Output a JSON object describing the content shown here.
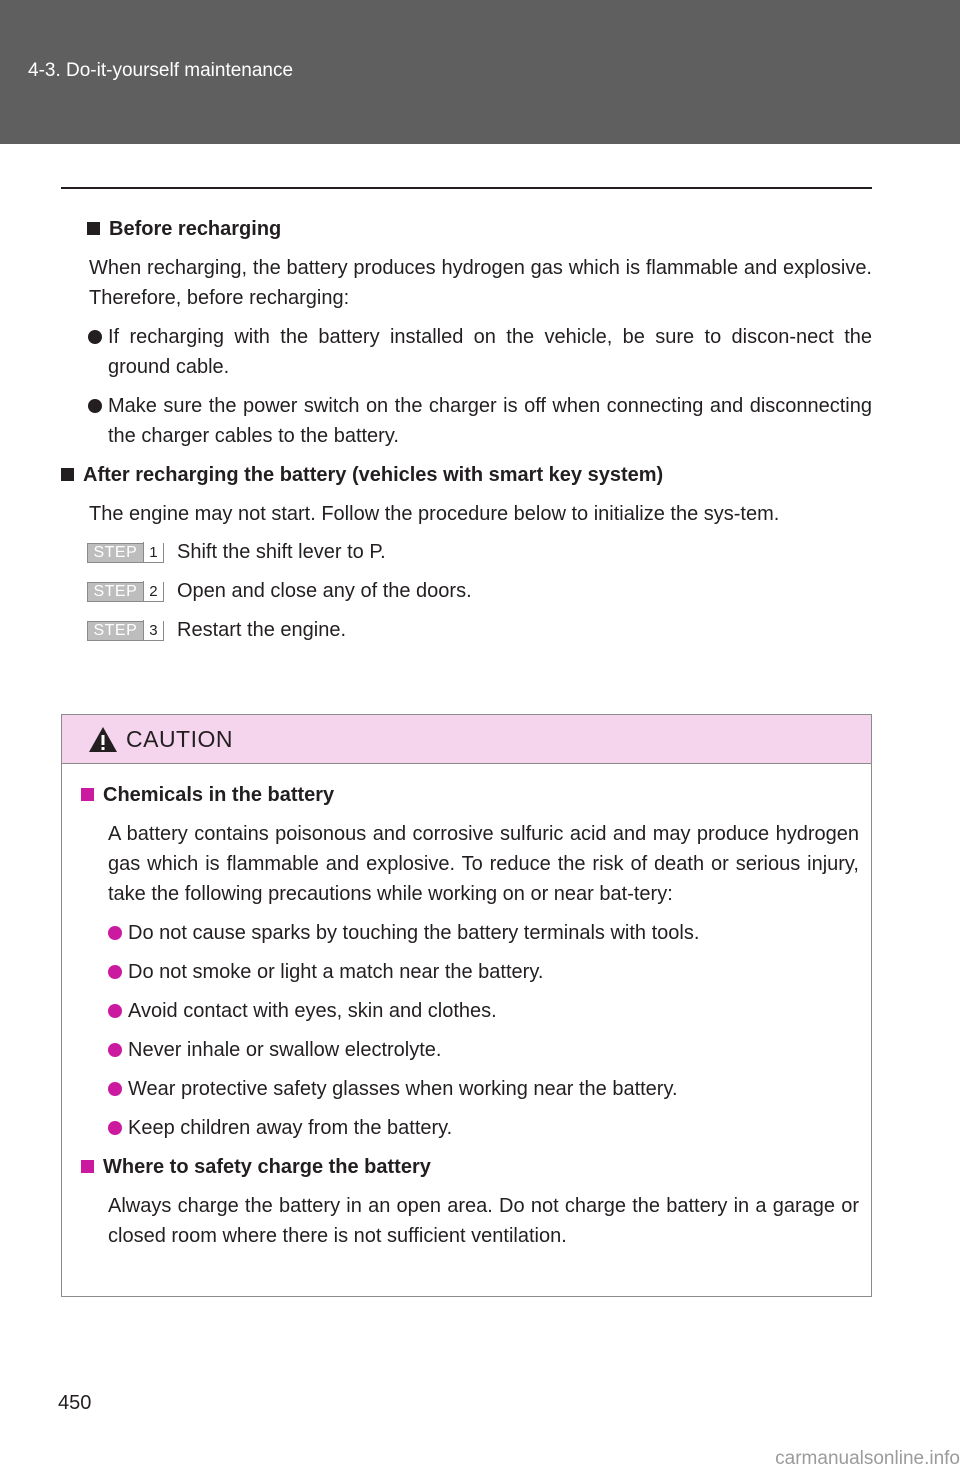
{
  "header": {
    "section_title": "4-3. Do-it-yourself maintenance"
  },
  "colors": {
    "header_bg": "#5f5f5f",
    "black_accent": "#231f20",
    "caution_accent": "#cc1aa0",
    "caution_bg": "#f5d4ee"
  },
  "sections": [
    {
      "heading": "Before recharging",
      "text": "When recharging, the battery produces hydrogen gas which is flammable and explosive. Therefore, before recharging:",
      "bullets": [
        "If recharging with the battery installed on the vehicle, be sure to discon-nect the ground cable.",
        "Make sure the power switch on the charger is off when connecting and disconnecting the charger cables to the battery."
      ]
    },
    {
      "heading": "After recharging the battery (vehicles with smart key system)",
      "text": "The engine may not start. Follow the procedure below to initialize the sys-tem.",
      "steps": [
        {
          "label": "STEP",
          "num": "1",
          "text": "Shift the shift lever to P."
        },
        {
          "label": "STEP",
          "num": "2",
          "text": "Open and close any of the doors."
        },
        {
          "label": "STEP",
          "num": "3",
          "text": "Restart the engine."
        }
      ]
    }
  ],
  "caution": {
    "title": "CAUTION",
    "sections": [
      {
        "heading": "Chemicals in the battery",
        "text": "A battery contains poisonous and corrosive sulfuric acid and may produce hydrogen gas which is flammable and explosive. To reduce the risk of death or serious injury, take the following precautions while working on or near bat-tery:",
        "bullets": [
          "Do not cause sparks by touching the battery terminals with tools.",
          "Do not smoke or light a match near the battery.",
          "Avoid contact with eyes, skin and clothes.",
          "Never inhale or swallow electrolyte.",
          "Wear protective safety glasses when working near the battery.",
          "Keep children away from the battery."
        ]
      },
      {
        "heading": "Where to safety charge the battery",
        "text": "Always charge the battery in an open area. Do not charge the battery in a garage or closed room where there is not sufficient ventilation."
      }
    ]
  },
  "page_number": "450",
  "watermark": "carmanualsonline.info"
}
